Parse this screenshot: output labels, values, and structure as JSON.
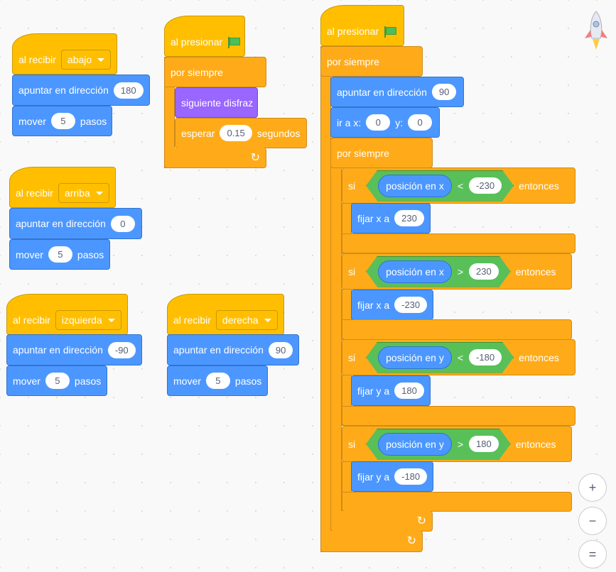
{
  "t": {
    "recibir": "al recibir",
    "apuntar": "apuntar en dirección",
    "mover": "mover",
    "pasos": "pasos",
    "presionar": "al presionar",
    "siempre": "por siempre",
    "disfraz": "siguiente disfraz",
    "esperar": "esperar",
    "segundos": "segundos",
    "ira": "ir a x:",
    "y": "y:",
    "si": "si",
    "entonces": "entonces",
    "posx": "posición en x",
    "posy": "posición en y",
    "fijarx": "fijar x a",
    "fijary": "fijar y a",
    "lt": "<",
    "gt": ">"
  },
  "s1": {
    "msg": "abajo",
    "dir": "180",
    "steps": "5"
  },
  "s2": {
    "msg": "arriba",
    "dir": "0",
    "steps": "5"
  },
  "s3": {
    "msg": "izquierda",
    "dir": "-90",
    "steps": "5"
  },
  "s4": {
    "msg": "derecha",
    "dir": "90",
    "steps": "5"
  },
  "s5": {
    "wait": "0.15"
  },
  "s6": {
    "dir": "90",
    "x": "0",
    "y": "0",
    "c1": "-230",
    "v1": "230",
    "c2": "230",
    "v2": "-230",
    "c3": "-180",
    "v3": "180",
    "c4": "180",
    "v4": "-180"
  },
  "zoom": {
    "in": "+",
    "out": "−",
    "reset": "="
  }
}
